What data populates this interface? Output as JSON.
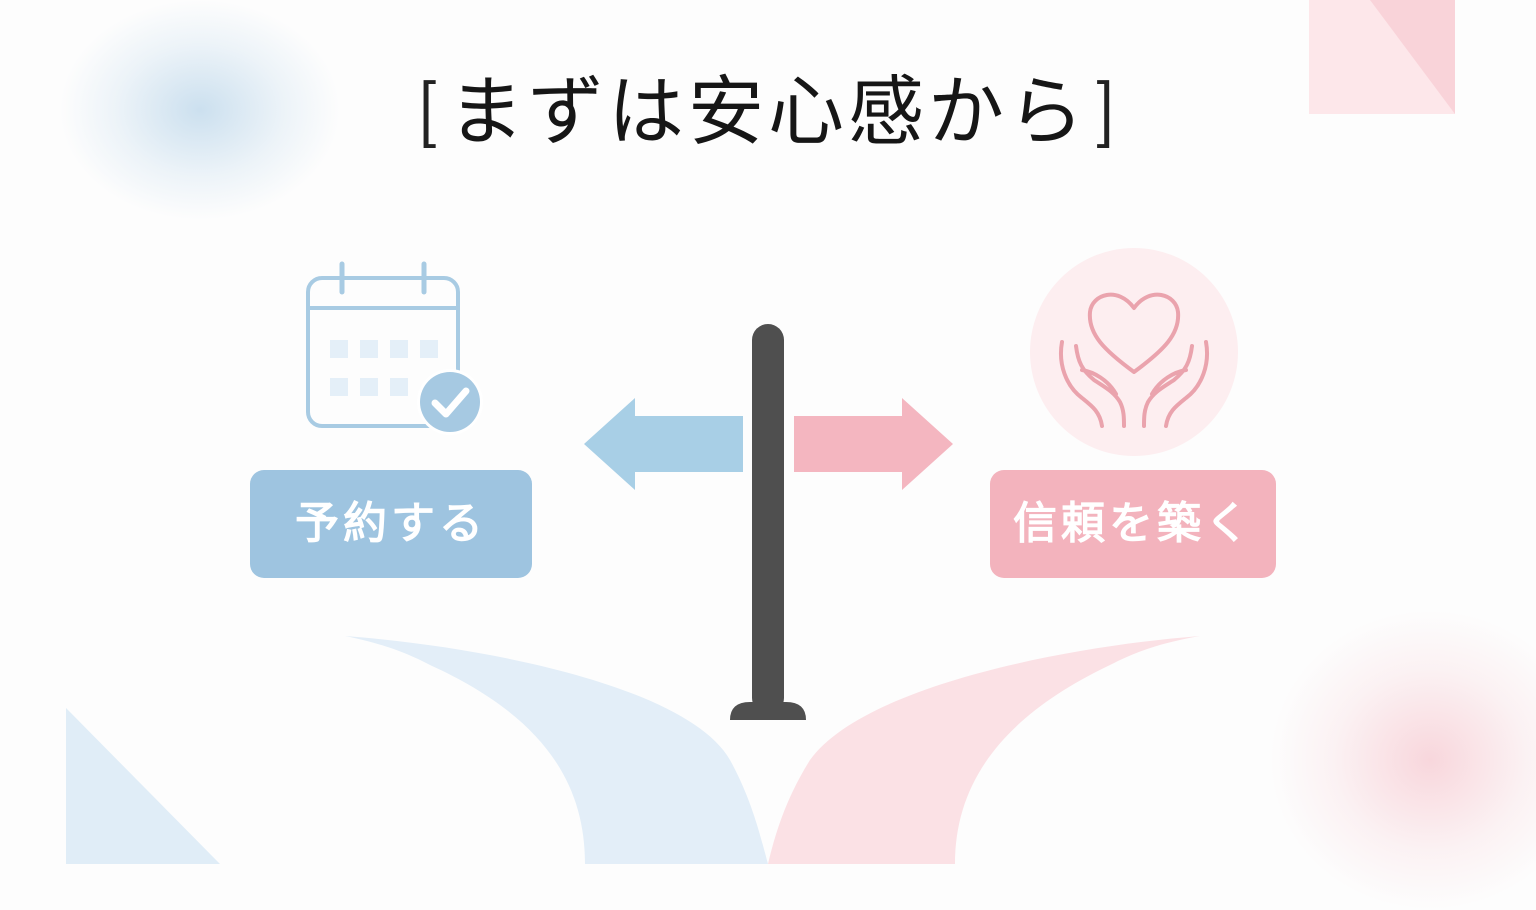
{
  "title": {
    "open_bracket": "[",
    "text": "まずは安心感から",
    "close_bracket": "]"
  },
  "left_option": {
    "label": "予約する",
    "icon": "calendar-check-icon",
    "color": "#9ec4e0"
  },
  "right_option": {
    "label": "信頼を築く",
    "icon": "hands-heart-icon",
    "color": "#f3b3bd"
  },
  "center": {
    "icon": "signpost-icon",
    "pole_color": "#4f4f4f"
  }
}
